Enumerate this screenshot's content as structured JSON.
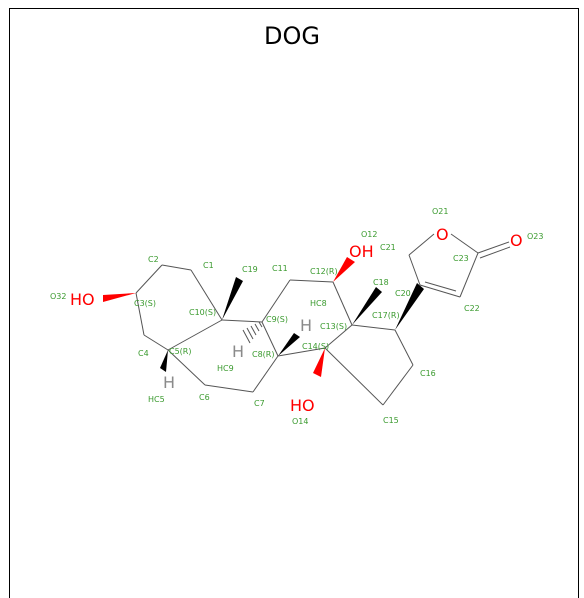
{
  "title": "DOG",
  "colors": {
    "atom_label": "#3a9a2e",
    "oxygen": "#ff0000",
    "hydrogen": "#8a8a8a",
    "bond": "#555555"
  },
  "atom_labels": {
    "c1": "C1",
    "c2": "C2",
    "c3": "C3(S)",
    "c4": "C4",
    "c5": "C5(R)",
    "c6": "C6",
    "c7": "C7",
    "c8": "C8(R)",
    "c9": "C9(S)",
    "c10": "C10(S)",
    "c11": "C11",
    "c12": "C12(R)",
    "c13": "C13(S)",
    "c14": "C14(S)",
    "c15": "C15",
    "c16": "C16",
    "c17": "C17(R)",
    "c18": "C18",
    "c19": "C19",
    "c20": "C20",
    "c21": "C21",
    "c22": "C22",
    "c23": "C23",
    "o12": "O12",
    "o14": "O14",
    "o21": "O21",
    "o23": "O23",
    "o32": "O32",
    "hc5": "HC5",
    "hc8": "HC8",
    "hc9": "HC9"
  },
  "element_symbols": {
    "oh_3": "HO",
    "oh_12": "OH",
    "oh_14": "HO",
    "o_21": "O",
    "o_23": "O",
    "h_5": "H",
    "h_8": "H",
    "h_9": "H"
  }
}
